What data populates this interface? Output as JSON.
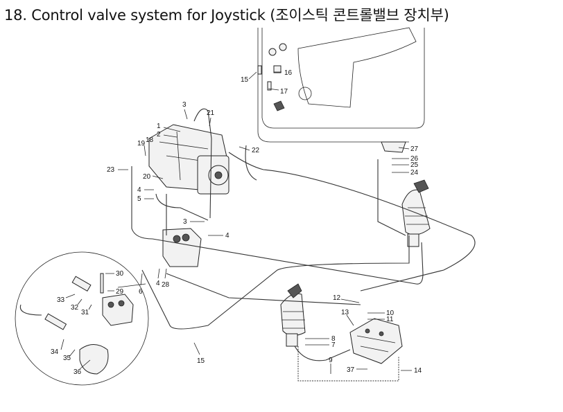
{
  "title": "18. Control valve system for Joystick (조이스틱 콘트롤밸브 장치부)",
  "labels": [
    "15",
    "16",
    "17",
    "3",
    "21",
    "1",
    "2",
    "19",
    "18",
    "22",
    "27",
    "26",
    "25",
    "24",
    "23",
    "20",
    "4",
    "5",
    "3",
    "4",
    "30",
    "29",
    "33",
    "32",
    "31",
    "6",
    "4",
    "28",
    "12",
    "10",
    "11",
    "13",
    "8",
    "7",
    "34",
    "35",
    "36",
    "15",
    "9",
    "37",
    "14"
  ]
}
